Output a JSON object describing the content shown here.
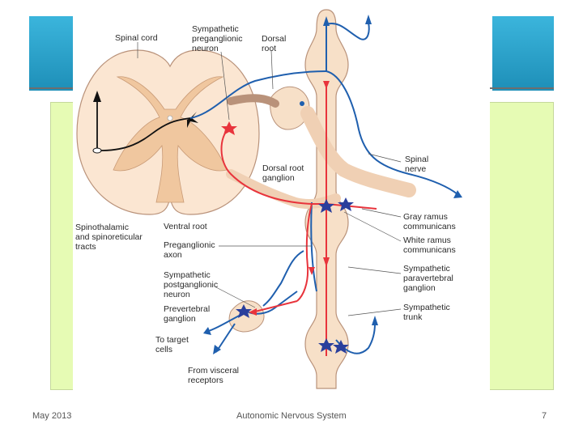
{
  "colors": {
    "accent_banner": "#2ea6cf",
    "content_box": "#e6fbb4",
    "sympathetic_red": "#e8343c",
    "sensory_blue": "#1f5fae",
    "tissue": "#f6dcc4"
  },
  "diagram": {
    "labels": {
      "spinal_cord": "Spinal cord",
      "symp_pre_neuron_1": "Sympathetic",
      "symp_pre_neuron_2": "preganglionic",
      "symp_pre_neuron_3": "neuron",
      "dorsal_root_1": "Dorsal",
      "dorsal_root_2": "root",
      "spinal_nerve_1": "Spinal",
      "spinal_nerve_2": "nerve",
      "drg_1": "Dorsal root",
      "drg_2": "ganglion",
      "gray_ramus_1": "Gray ramus",
      "gray_ramus_2": "communicans",
      "white_ramus_1": "White ramus",
      "white_ramus_2": "communicans",
      "spinothalamic_1": "Spinothalamic",
      "spinothalamic_2": "and spinoreticular",
      "spinothalamic_3": "tracts",
      "ventral_root": "Ventral root",
      "pre_axon_1": "Preganglionic",
      "pre_axon_2": "axon",
      "symp_post_1": "Sympathetic",
      "symp_post_2": "postganglionic",
      "symp_post_3": "neuron",
      "paravertebral_1": "Sympathetic",
      "paravertebral_2": "paravertebral",
      "paravertebral_3": "ganglion",
      "symp_trunk_1": "Sympathetic",
      "symp_trunk_2": "trunk",
      "prevertebral_1": "Prevertebral",
      "prevertebral_2": "ganglion",
      "target_1": "To target",
      "target_2": "cells",
      "visceral_1": "From visceral",
      "visceral_2": "receptors"
    }
  },
  "footer": {
    "date": "May 2013",
    "title": "Autonomic Nervous System",
    "page": "7"
  }
}
